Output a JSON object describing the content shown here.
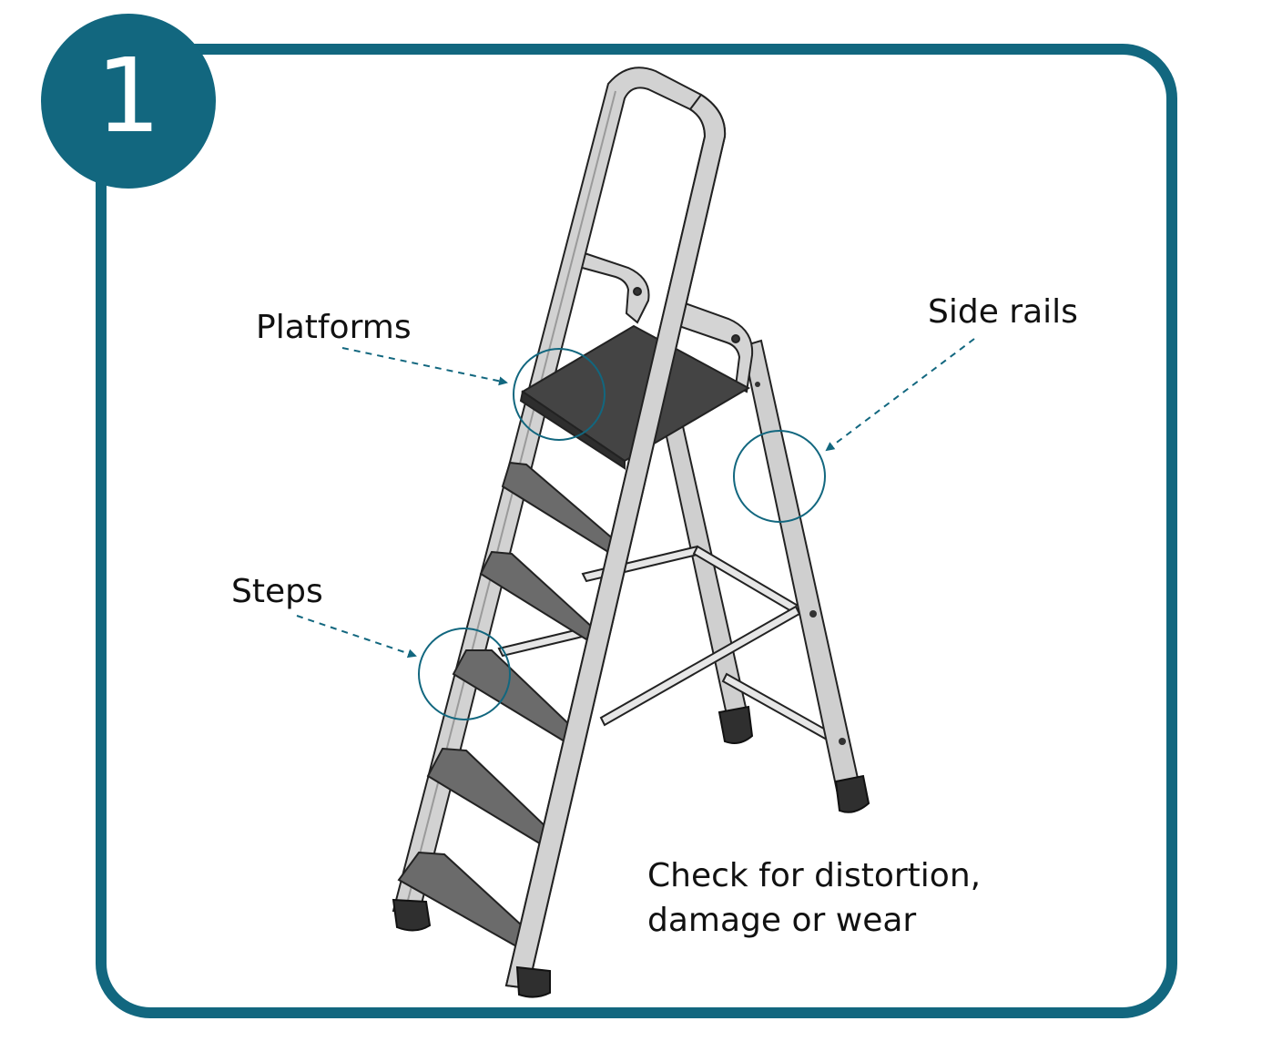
{
  "badge": {
    "number": "1"
  },
  "labels": {
    "platforms": "Platforms",
    "side_rails": "Side rails",
    "steps": "Steps"
  },
  "note": {
    "line1": "Check for distortion,",
    "line2": "damage or wear"
  },
  "colors": {
    "accent": "#12677f",
    "rail": "#cfcfcf",
    "step": "#6b6b6b",
    "platform": "#444444",
    "foot": "#2f2f2f"
  }
}
